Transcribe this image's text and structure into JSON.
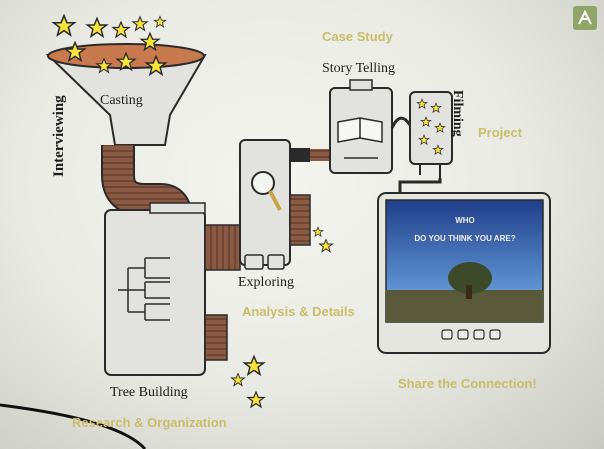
{
  "labels": {
    "interviewing": "Interviewing",
    "casting": "Casting",
    "case_study": "Case Study",
    "story_telling": "Story Telling",
    "filming": "Filming",
    "project": "Project",
    "exploring": "Exploring",
    "analysis_details": "Analysis & Details",
    "tree_building": "Tree Building",
    "research_organization": "Research & Organization",
    "share_connection": "Share the Connection!"
  },
  "screen": {
    "line1": "WHO",
    "line2": "DO YOU THINK YOU ARE?"
  },
  "colors": {
    "machine_fill": "#e2e3df",
    "pipe_brown": "#8a5a44",
    "star_yellow": "#f7e43a",
    "stage_label_yellow": "#c9be6a",
    "outline": "#2a2a2a"
  }
}
